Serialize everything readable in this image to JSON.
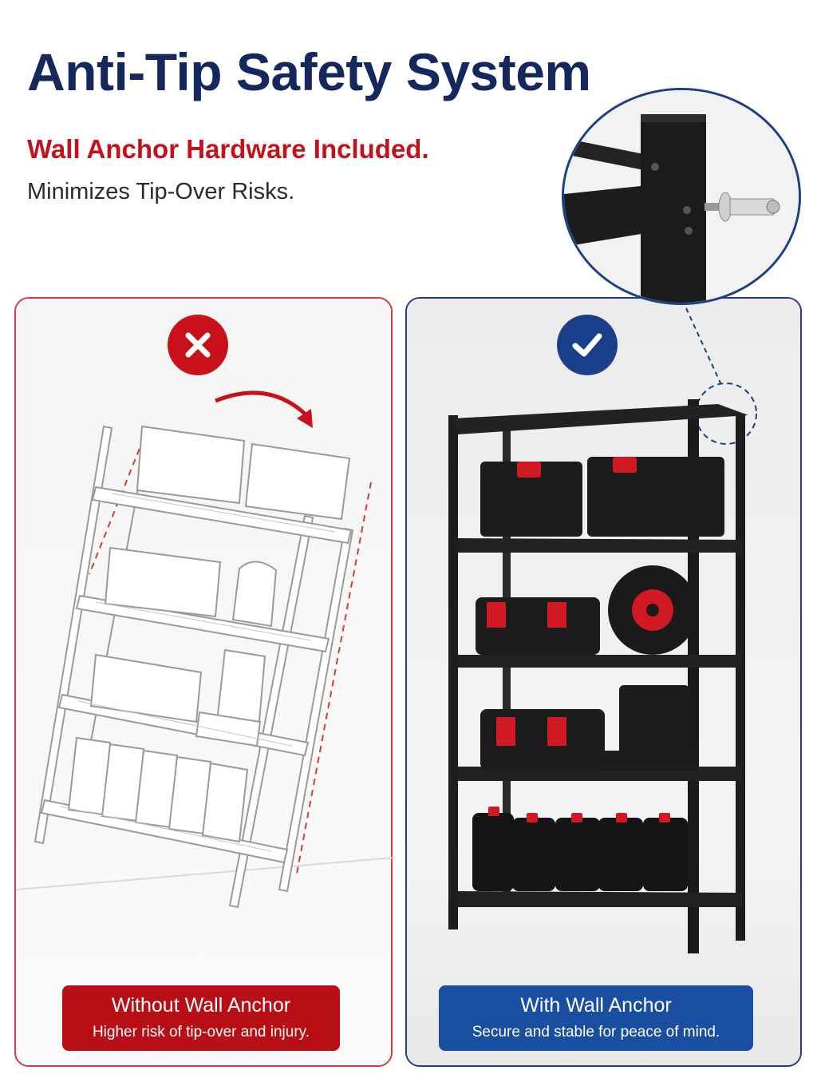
{
  "header": {
    "title": "Anti-Tip Safety System",
    "highlight": "Wall Anchor Hardware Included.",
    "subtitle": "Minimizes Tip-Over Risks."
  },
  "left_panel": {
    "label_title": "Without Wall Anchor",
    "label_subtitle": "Higher risk of tip-over and injury.",
    "badge_icon": "x-icon",
    "accent": "#c8111b"
  },
  "right_panel": {
    "label_title": "With Wall Anchor",
    "label_subtitle": "Secure and stable for peace of mind.",
    "badge_icon": "check-icon",
    "accent": "#1a3f8a"
  },
  "colors": {
    "title": "#14285e",
    "highlight": "#c4121c",
    "red": "#b80f16",
    "blue": "#1a4ea0"
  }
}
